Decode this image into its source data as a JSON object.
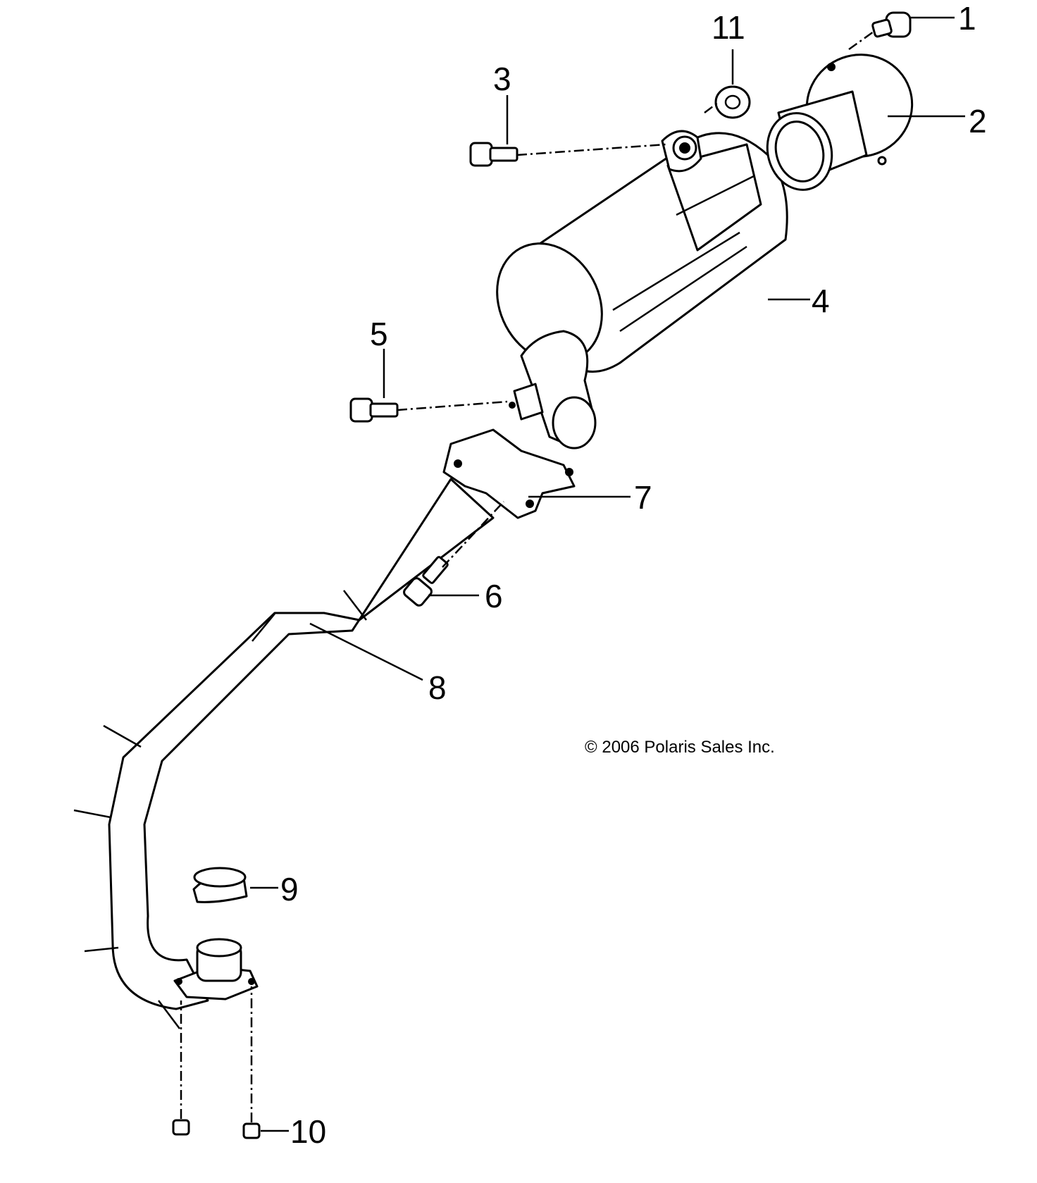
{
  "callouts": [
    {
      "id": "1",
      "label": "1"
    },
    {
      "id": "2",
      "label": "2"
    },
    {
      "id": "3",
      "label": "3"
    },
    {
      "id": "4",
      "label": "4"
    },
    {
      "id": "5",
      "label": "5"
    },
    {
      "id": "6",
      "label": "6"
    },
    {
      "id": "7",
      "label": "7"
    },
    {
      "id": "8",
      "label": "8"
    },
    {
      "id": "9",
      "label": "9"
    },
    {
      "id": "10",
      "label": "10"
    },
    {
      "id": "11",
      "label": "11"
    }
  ],
  "copyright": "© 2006 Polaris Sales Inc."
}
